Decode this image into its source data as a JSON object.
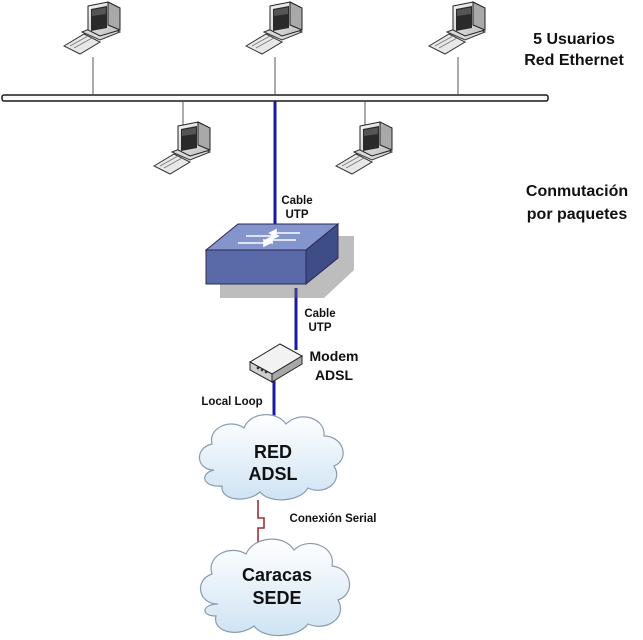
{
  "labels": {
    "users": [
      "5 Usuarios",
      "Red Ethernet"
    ],
    "switching": [
      "Conmutación",
      "por paquetes"
    ],
    "cable_top": [
      "Cable",
      "UTP"
    ],
    "cable_bottom": [
      "Cable",
      "UTP"
    ],
    "modem": [
      "Modem",
      "ADSL"
    ],
    "local_loop": "Local Loop",
    "red_adsl": [
      "RED",
      "ADSL"
    ],
    "serial": "Conexión Serial",
    "caracas": [
      "Caracas",
      "SEDE"
    ]
  },
  "colors": {
    "utp_link": "#1a1aa0",
    "serial_link": "#a03030",
    "switch_top": "#7f8fc8",
    "switch_front": "#5a6aa8",
    "bus": "#1a1a1a"
  },
  "icons": {
    "computer": "computer-icon",
    "switch": "switch-icon",
    "modem": "modem-icon",
    "cloud": "cloud-icon"
  }
}
